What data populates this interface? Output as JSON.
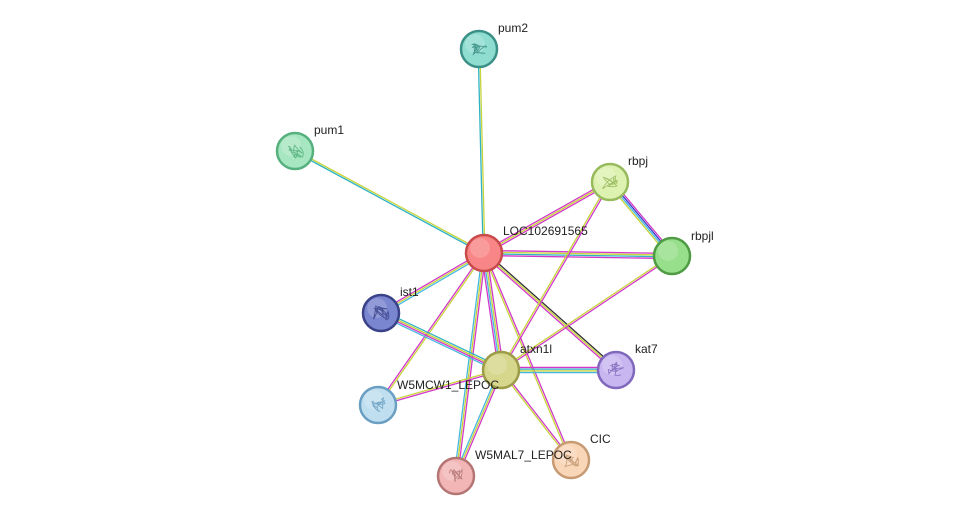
{
  "colors": {
    "coexpression": "#2fb3c4",
    "textmining": "#c7d43a",
    "experimental": "#d238c8",
    "database": "#46b8e0",
    "homology": "#3b39c9",
    "cooccurrence": "#333333"
  },
  "nodes": [
    {
      "id": "pum2",
      "label": "pum2",
      "fill": "#8fdcd0",
      "stroke": "#3a8f86",
      "icon": "protein-structure-icon"
    },
    {
      "id": "pum1",
      "label": "pum1",
      "fill": "#a6e6c0",
      "stroke": "#55b07e",
      "icon": "protein-structure-icon"
    },
    {
      "id": "rbpj",
      "label": "rbpj",
      "fill": "#ddf2b0",
      "stroke": "#96ba5c",
      "icon": "protein-structure-icon"
    },
    {
      "id": "LOC102691565",
      "label": "LOC102691565",
      "fill": "#f98686",
      "stroke": "#c84a4a",
      "icon": ""
    },
    {
      "id": "rbpjl",
      "label": "rbpjl",
      "fill": "#97df8a",
      "stroke": "#4f9b44",
      "icon": ""
    },
    {
      "id": "ist1",
      "label": "ist1",
      "fill": "#7a86cf",
      "stroke": "#3a4288",
      "icon": "protein-structure-icon"
    },
    {
      "id": "atxn1l",
      "label": "atxn1l",
      "fill": "#d6d68c",
      "stroke": "#9c9c48",
      "icon": ""
    },
    {
      "id": "kat7",
      "label": "kat7",
      "fill": "#c7b6f0",
      "stroke": "#8068bd",
      "icon": "protein-structure-icon"
    },
    {
      "id": "W5MCW1_LEPOC",
      "label": "W5MCW1_LEPOC",
      "fill": "#bfdef0",
      "stroke": "#6a9fc2",
      "icon": "protein-structure-icon"
    },
    {
      "id": "CIC",
      "label": "CIC",
      "fill": "#f9d6b8",
      "stroke": "#c69a72",
      "icon": "protein-structure-icon"
    },
    {
      "id": "W5MAL7_LEPOC",
      "label": "W5MAL7_LEPOC",
      "fill": "#f2b6b6",
      "stroke": "#b57575",
      "icon": "protein-structure-icon"
    }
  ],
  "edges": [
    {
      "source": "LOC102691565",
      "target": "pum2",
      "types": [
        "coexpression",
        "textmining"
      ]
    },
    {
      "source": "LOC102691565",
      "target": "pum1",
      "types": [
        "coexpression",
        "textmining"
      ]
    },
    {
      "source": "LOC102691565",
      "target": "rbpj",
      "types": [
        "experimental",
        "textmining",
        "experimental"
      ]
    },
    {
      "source": "LOC102691565",
      "target": "rbpjl",
      "types": [
        "experimental",
        "textmining",
        "coexpression",
        "experimental"
      ]
    },
    {
      "source": "LOC102691565",
      "target": "ist1",
      "types": [
        "database",
        "textmining",
        "experimental"
      ]
    },
    {
      "source": "LOC102691565",
      "target": "atxn1l",
      "types": [
        "experimental",
        "textmining",
        "database",
        "experimental"
      ]
    },
    {
      "source": "LOC102691565",
      "target": "kat7",
      "types": [
        "cooccurrence",
        "textmining",
        "experimental"
      ]
    },
    {
      "source": "LOC102691565",
      "target": "W5MCW1_LEPOC",
      "types": [
        "textmining",
        "experimental"
      ]
    },
    {
      "source": "LOC102691565",
      "target": "CIC",
      "types": [
        "experimental",
        "textmining"
      ]
    },
    {
      "source": "LOC102691565",
      "target": "W5MAL7_LEPOC",
      "types": [
        "experimental",
        "textmining",
        "database"
      ]
    },
    {
      "source": "rbpj",
      "target": "rbpjl",
      "types": [
        "experimental",
        "homology",
        "database",
        "textmining"
      ]
    },
    {
      "source": "rbpj",
      "target": "atxn1l",
      "types": [
        "experimental",
        "textmining"
      ]
    },
    {
      "source": "rbpjl",
      "target": "atxn1l",
      "types": [
        "experimental",
        "textmining"
      ]
    },
    {
      "source": "ist1",
      "target": "atxn1l",
      "types": [
        "coexpression",
        "textmining",
        "experimental",
        "database"
      ]
    },
    {
      "source": "atxn1l",
      "target": "kat7",
      "types": [
        "experimental",
        "coexpression",
        "textmining",
        "database"
      ]
    },
    {
      "source": "atxn1l",
      "target": "W5MCW1_LEPOC",
      "types": [
        "experimental",
        "textmining"
      ]
    },
    {
      "source": "atxn1l",
      "target": "CIC",
      "types": [
        "experimental",
        "textmining"
      ]
    },
    {
      "source": "atxn1l",
      "target": "W5MAL7_LEPOC",
      "types": [
        "experimental",
        "textmining",
        "database"
      ]
    }
  ]
}
